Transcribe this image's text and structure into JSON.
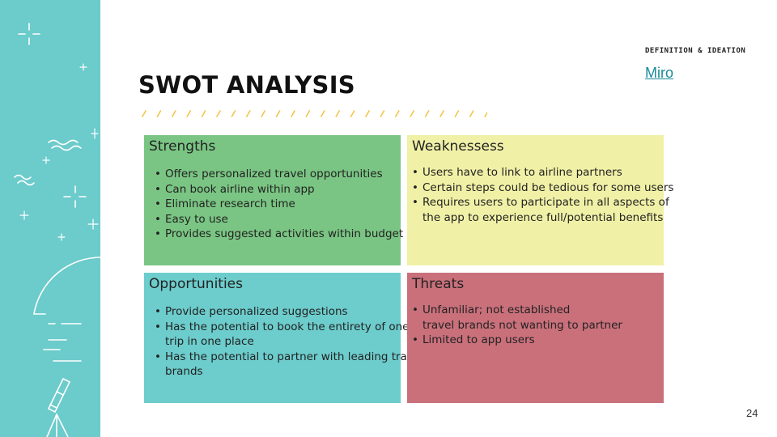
{
  "header": {
    "section_label": "DEFINITION & IDEATION",
    "link_label": "Miro"
  },
  "slide": {
    "title": "SWOT ANALYSIS",
    "page_number": "24"
  },
  "swot": {
    "strengths": {
      "title": "Strengths",
      "items": [
        "Offers personalized travel opportunities",
        "Can book airline within app",
        "Eliminate research time",
        "Easy to use",
        "Provides suggested activities within budget"
      ]
    },
    "weaknesses": {
      "title": "Weaknessess",
      "items": [
        "Users have to link to airline partners",
        "Certain steps could be tedious for some users",
        "Requires users to participate in all aspects of\nthe app to experience full/potential benefits"
      ]
    },
    "opportunities": {
      "title": "Opportunities",
      "items": [
        "Provide personalized suggestions",
        "Has the potential to book the entirety of ones'\ntrip in one place",
        "Has the potential to partner with leading travel\nbrands"
      ]
    },
    "threats": {
      "title": "Threats",
      "items": [
        "Unfamiliar; not established\ntravel brands not wanting to partner",
        "Limited to app users"
      ]
    }
  },
  "colors": {
    "sidebar": "#6ccbcb",
    "strengths": "#7ac583",
    "weaknesses": "#f0f1a6",
    "opportunities": "#6dcccc",
    "threats": "#c9707b",
    "accent_dashes": "#f2c54a",
    "link": "#1a8a99"
  },
  "icons": [
    "sparkle-icon",
    "wave-icon",
    "telescope-icon"
  ]
}
